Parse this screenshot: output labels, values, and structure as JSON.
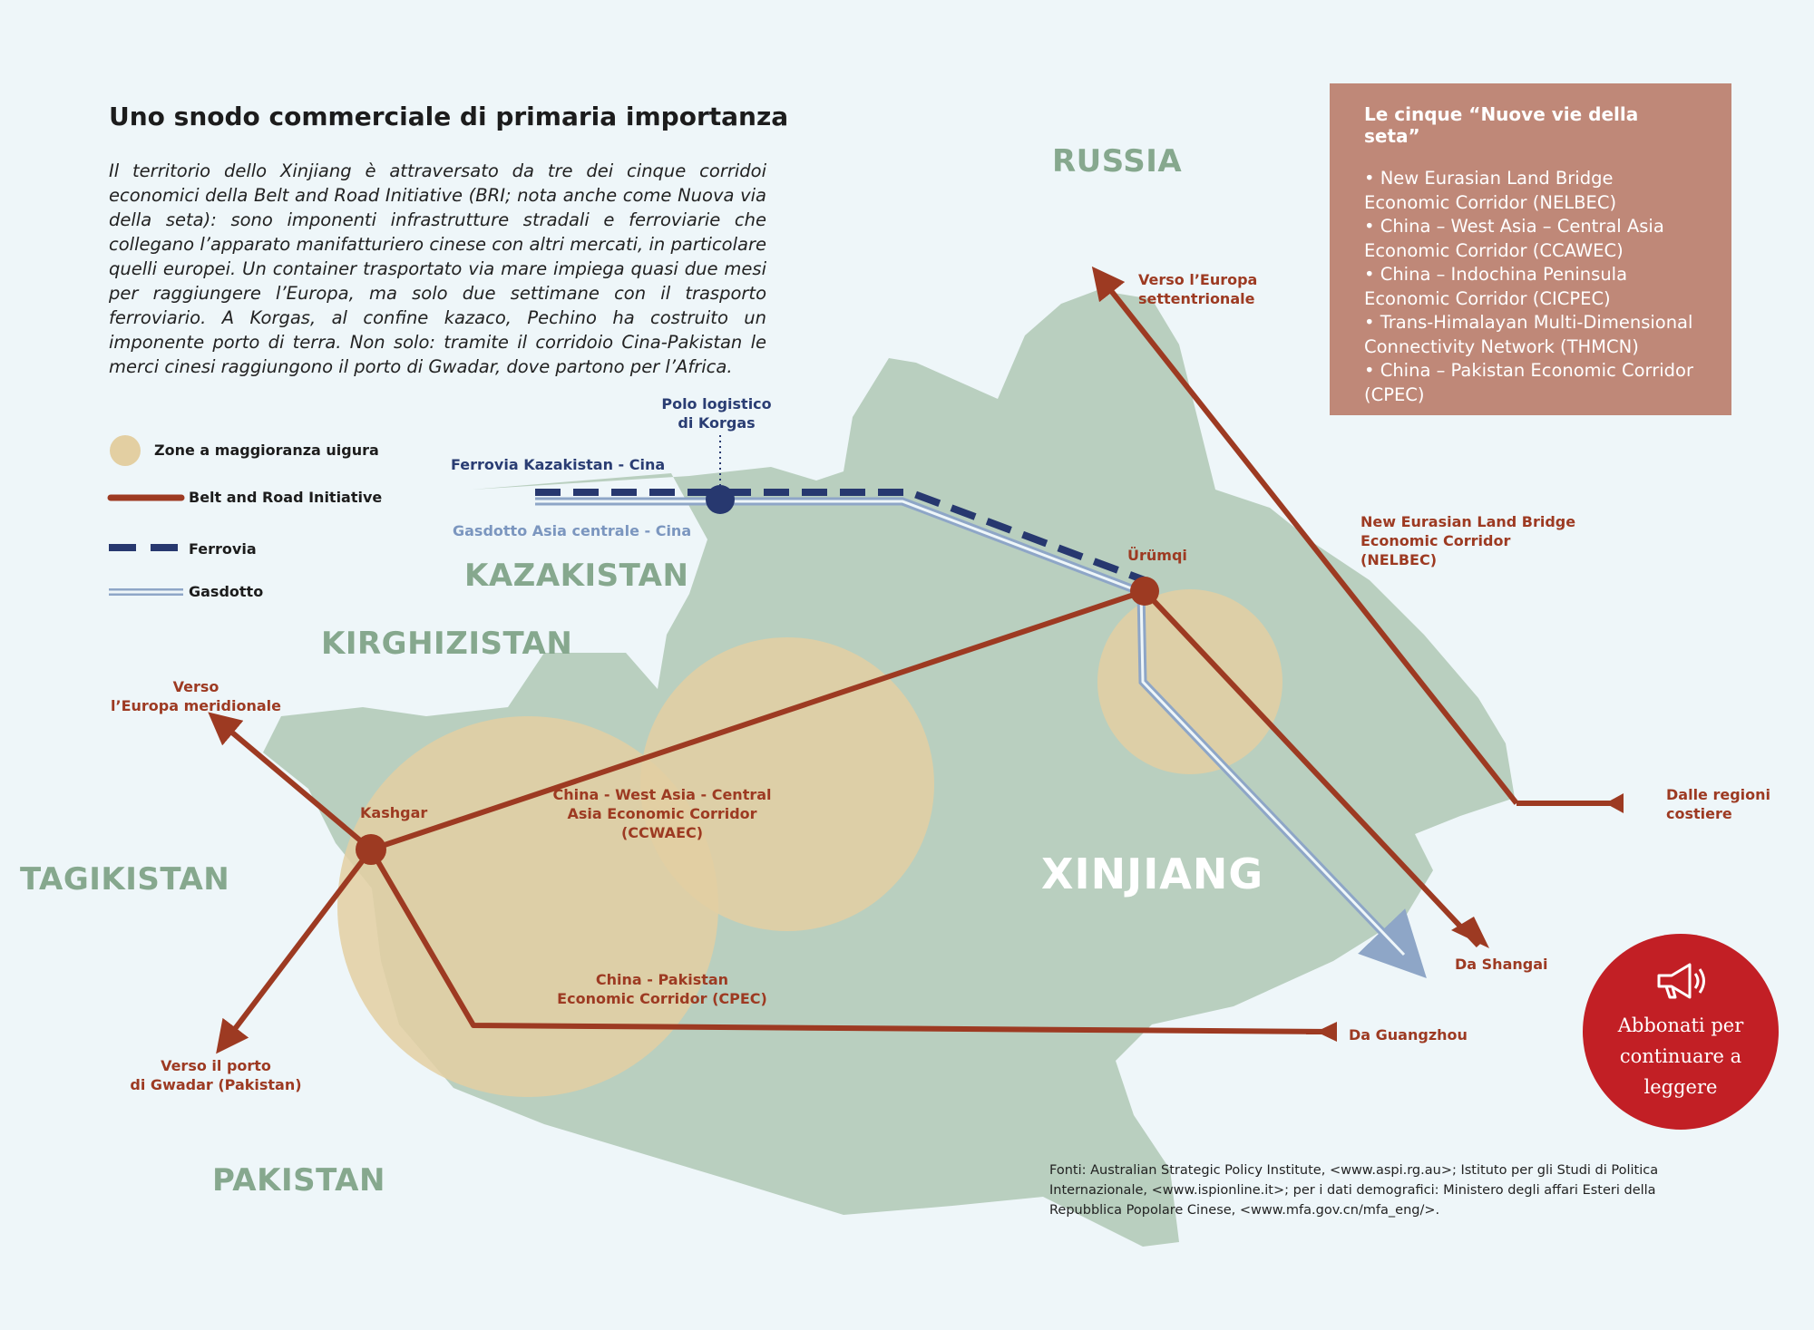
{
  "title": "Uno snodo commerciale di primaria importanza",
  "intro": "Il territorio dello Xinjiang è attraversato da tre dei cinque corridoi economici della Belt and Road Initiative (BRI; nota anche come Nuova via della seta): sono imponenti infrastrutture stradali e ferroviarie che collegano l’apparato manifatturiero cinese con altri mercati, in particolare quelli europei. Un container trasportato via mare impiega quasi due mesi per raggiungere l’Europa, ma solo due settimane con il trasporto ferroviario. A Korgas, al confine kazaco, Pechino ha costruito un imponente porto di terra. Non solo: tramite il corridoio Cina-Pakistan le merci cinesi raggiungono il porto di Gwadar, dove partono per l’Africa.",
  "legend": {
    "uyghur": "Zone a maggioranza uigura",
    "bri": "Belt and Road Initiative",
    "rail": "Ferrovia",
    "pipeline": "Gasdotto"
  },
  "countries": {
    "russia": "RUSSIA",
    "kazakhstan": "KAZAKISTAN",
    "kyrgyzstan": "KIRGHIZISTAN",
    "tajikistan": "TAGIKISTAN",
    "pakistan": "PAKISTAN",
    "xinjiang": "XINJIANG"
  },
  "places": {
    "urumqi": "Ürümqi",
    "kashgar": "Kashgar",
    "korgas": [
      "Polo logistico",
      "di Korgas"
    ]
  },
  "routes": {
    "rail_kz_cn": "Ferrovia Kazakistan - Cina",
    "pipeline_ca_cn": "Gasdotto Asia centrale - Cina",
    "to_north_europe": [
      "Verso l’Europa",
      "settentrionale"
    ],
    "to_south_europe": [
      "Verso",
      "l’Europa meridionale"
    ],
    "to_gwadar": [
      "Verso il porto",
      "di Gwadar (Pakistan)"
    ],
    "nelbec": [
      "New Eurasian Land Bridge",
      "Economic Corridor",
      "(NELBEC)"
    ],
    "ccwaec": [
      "China - West Asia - Central",
      "Asia Economic Corridor",
      "(CCWAEC)"
    ],
    "cpec": [
      "China - Pakistan",
      "Economic Corridor (CPEC)"
    ],
    "from_coast": [
      "Dalle regioni",
      "costiere"
    ],
    "from_shanghai": "Da Shangai",
    "from_guangzhou": "Da Guangzhou"
  },
  "infobox": {
    "title": "Le cinque “Nuove vie della seta”",
    "items": [
      "• New Eurasian Land Bridge Economic Corridor (NELBEC)",
      "• China – West Asia – Central Asia Economic Corridor (CCAWEC)",
      "• China – Indochina Peninsula Economic Corridor (CICPEC)",
      "• Trans-Himalayan Multi-Dimensional Connectivity Network (THMCN)",
      "• China – Pakistan Economic Corridor (CPEC)"
    ]
  },
  "sources": "Fonti: Australian Strategic Policy Institute, <www.aspi.rg.au>; Istituto per gli Studi di Politica Internazionale, <www.ispionline.it>; per i dati demografici: Ministero degli affari Esteri della Repubblica Popolare Cinese, <www.mfa.gov.cn/mfa_eng/>.",
  "subscribe": "Abbonati per continuare a leggere",
  "colors": {
    "background": "#eef6f9",
    "land": "#b9cfbf",
    "uyghur_zone": "#e3cfa2",
    "bri": "#9d3a22",
    "rail": "#27386f",
    "pipeline": "#8ea6c7",
    "country_label": "#86a88e",
    "infobox": "#bf8878",
    "subscribe": "#c21f25"
  }
}
